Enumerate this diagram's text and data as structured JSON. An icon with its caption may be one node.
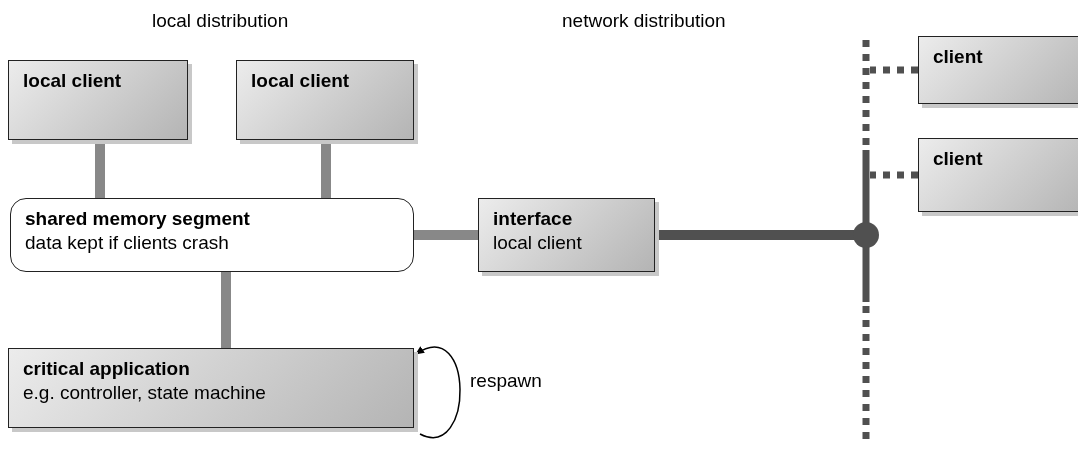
{
  "diagram": {
    "nodes": [
      {
        "text": [
          "local client"
        ]
      },
      {
        "text": [
          "local client"
        ]
      },
      {
        "text": [
          "shared memory segment",
          "data kept if clients crash"
        ]
      },
      {
        "text": [
          "interface",
          "local client"
        ]
      },
      {
        "text": [
          "critical application",
          "e.g. controller, state machine"
        ],
        "beside": [
          "respawn"
        ]
      },
      {
        "text": [
          "client"
        ]
      },
      {
        "text": [
          "client"
        ]
      },
      {
        "text": [],
        "shape": "bar"
      }
    ],
    "edges": [
      {
        "from": 0,
        "to": 2,
        "arrow": "none",
        "color": "#888888"
      },
      {
        "from": 1,
        "to": 2,
        "arrow": "none",
        "color": "#888888"
      },
      {
        "from": 2,
        "to": 3,
        "arrow": "none",
        "color": "#888888"
      },
      {
        "from": 2,
        "to": 4,
        "arrow": "none",
        "color": "#888888"
      },
      {
        "from": 3,
        "to": 7,
        "arrow": "none",
        "color": "#505050"
      },
      {
        "from": 5,
        "to": 7,
        "arrow": "none",
        "style": "dashed",
        "color": "#505050"
      },
      {
        "from": 6,
        "to": 7,
        "arrow": "none",
        "style": "dashed",
        "color": "#505050"
      },
      {
        "from": 4,
        "to": 4,
        "arrow": "to",
        "color": "#000000"
      }
    ],
    "labels": [
      "local distribution",
      "network distribution"
    ]
  }
}
